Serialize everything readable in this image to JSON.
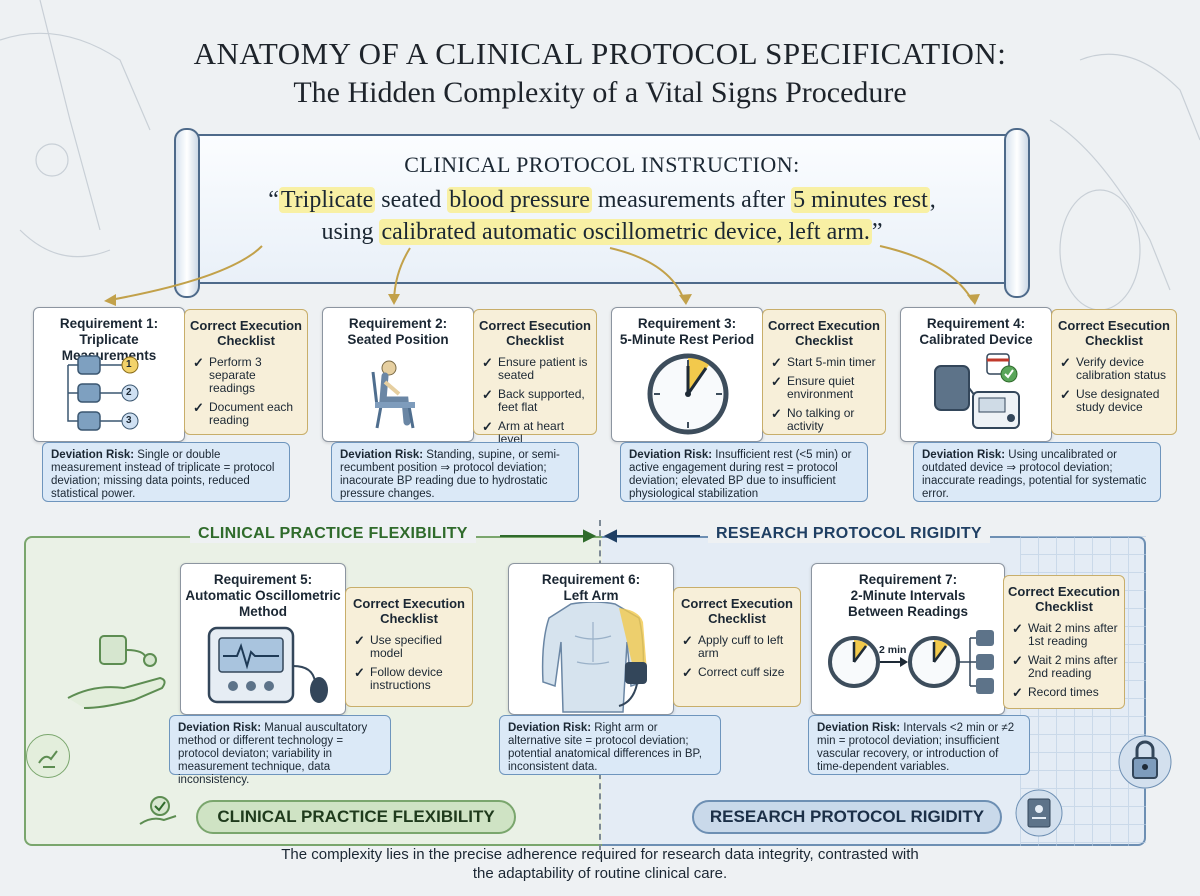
{
  "title": {
    "line1": "ANATOMY OF A CLINICAL PROTOCOL SPECIFICATION:",
    "line2": "The Hidden Complexity of a Vital Signs Procedure"
  },
  "instruction": {
    "heading": "CLINICAL PROTOCOL INSTRUCTION:",
    "quote_open": "“",
    "triplicate": "Triplicate",
    "seated": " seated ",
    "blood_pressure": "blood pressure",
    "measurements_after": " measurements after ",
    "five_minutes_rest": "5 minutes rest",
    "comma": ",",
    "using": "using ",
    "device_left_arm": "calibrated automatic oscillometric device, left arm.",
    "quote_close": "”"
  },
  "requirements": [
    {
      "title": "Requirement 1:\nTriplicate Measurements",
      "checklist_title": "Correct Execution\nChecklist",
      "checklist": [
        "Perform 3 separate readings",
        "Document each reading"
      ],
      "deviation_label": "Deviation Risk:",
      "deviation_text": " Single or double measurement instead of triplicate = protocol deviation; missing data points, reduced statistical power."
    },
    {
      "title": "Requirement 2:\nSeated Position",
      "checklist_title": "Correct Esecution\nChecklist",
      "checklist": [
        "Ensure patient is seated",
        "Back supported, feet flat",
        "Arm at heart level"
      ],
      "deviation_label": "Deviation Risk:",
      "deviation_text": " Standing, supine, or semi-recumbent position ⇒ protocol deviation; inacourate BP reading due to hydrostatic pressure changes."
    },
    {
      "title": "Requirement 3:\n5-Minute Rest Period",
      "checklist_title": "Correct Execution\nChecklist",
      "checklist": [
        "Start 5-min timer",
        "Ensure quiet environment",
        "No talking or activity"
      ],
      "deviation_label": "Deviation Risk:",
      "deviation_text": " Insufficient rest (<5 min) or active engagement during rest = protocol deviation; elevated BP due to insufficient physiological stabilization"
    },
    {
      "title": "Requirement 4:\nCalibrated Device",
      "checklist_title": "Correct Esecution\nChecklist",
      "checklist": [
        "Verify device calibration status",
        "Use designated study device"
      ],
      "deviation_label": "Deviation Risk:",
      "deviation_text": " Using uncalibrated or outdated device ⇒ protocol deviation; inaccurate readings, potential for systematic error."
    },
    {
      "title": "Requirement 5:\nAutomatic Oscillometric\nMethod",
      "checklist_title": "Correct Execution\nChecklist",
      "checklist": [
        "Use specified model",
        "Follow device instructions"
      ],
      "deviation_label": "Deviation Risk:",
      "deviation_text": " Manual auscultatory method or different technology = protocol deviaton; variability in measurement technique, data inconsistency."
    },
    {
      "title": "Requirement 6:\nLeft Arm",
      "checklist_title": "Correct Execution\nChecklist",
      "checklist": [
        "Apply cuff to left arm",
        "Correct cuff size"
      ],
      "deviation_label": "Deviation Risk:",
      "deviation_text": " Right arm or alternative site = protocol deviation; potential anatomical differences in BP, inconsistent data."
    },
    {
      "title": "Requirement 7:\n2-Minute Intervals\nBetween Readings",
      "checklist_title": "Correct Execution\nChecklist",
      "checklist": [
        "Wait 2 mins after 1st reading",
        "Wait 2 mins after 2nd reading",
        "Record times"
      ],
      "deviation_label": "Deviation Risk:",
      "deviation_text": " Intervals <2 min or ≠2 min = protocol deviation; insufficient vascular recovery, or introduction of time-dependent variables."
    }
  ],
  "icon_labels": {
    "badge1": "1",
    "badge2": "2",
    "badge3": "3",
    "interval": "2 min"
  },
  "bottom": {
    "flex_label_top": "CLINICAL PRACTICE FLEXIBILITY",
    "rigidity_label_top": "RESEARCH PROTOCOL RIGIDITY",
    "flex_label_bottom": "CLINICAL PRACTICE FLEXIBILITY",
    "rigidity_label_bottom": "RESEARCH PROTOCOL RIGIDITY"
  },
  "footer": {
    "line1": "The complexity lies in the precise adherence required for research data integrity, contrasted with",
    "line2": "the adaptability of routine clinical care."
  },
  "colors": {
    "highlight": "#f8f0a4",
    "checklist_bg": "#f7efd9",
    "deviation_bg": "#dbe9f7",
    "flex_green": "#2f6b2b",
    "rigidity_blue": "#1f3f63",
    "arrow_gold": "#c2a14a"
  }
}
